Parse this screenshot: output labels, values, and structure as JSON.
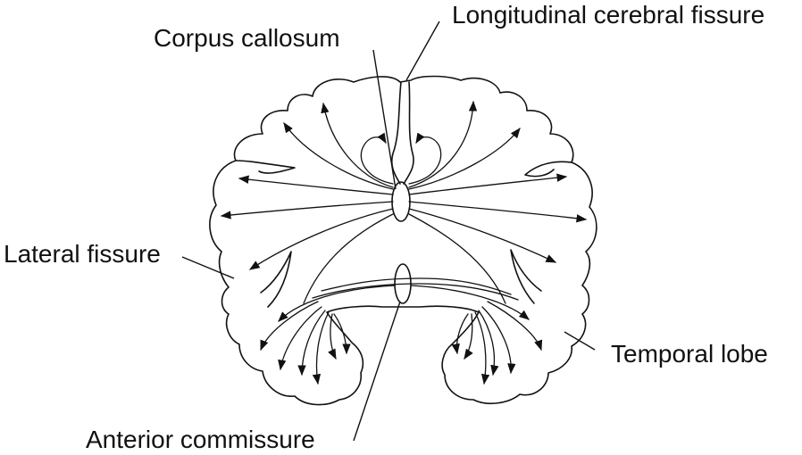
{
  "labels": {
    "corpus_callosum": "Corpus callosum",
    "longitudinal_fissure": "Longitudinal cerebral fissure",
    "lateral_fissure": "Lateral fissure",
    "temporal_lobe": "Temporal lobe",
    "anterior_commissure": "Anterior commissure"
  },
  "colors": {
    "stroke": "#111111",
    "background": "#ffffff"
  }
}
